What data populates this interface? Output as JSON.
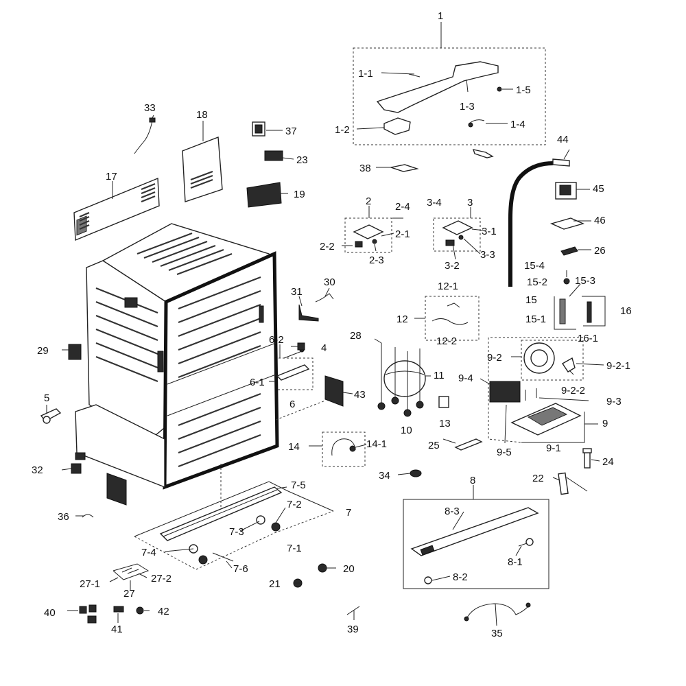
{
  "diagram": {
    "labels": [
      {
        "id": "lbl-1",
        "text": "1"
      },
      {
        "id": "lbl-1-1",
        "text": "1-1"
      },
      {
        "id": "lbl-1-2",
        "text": "1-2"
      },
      {
        "id": "lbl-1-3",
        "text": "1-3"
      },
      {
        "id": "lbl-1-4",
        "text": "1-4"
      },
      {
        "id": "lbl-1-5",
        "text": "1-5"
      },
      {
        "id": "lbl-2",
        "text": "2"
      },
      {
        "id": "lbl-2-1",
        "text": "2-1"
      },
      {
        "id": "lbl-2-2",
        "text": "2-2"
      },
      {
        "id": "lbl-2-3",
        "text": "2-3"
      },
      {
        "id": "lbl-2-4",
        "text": "2-4"
      },
      {
        "id": "lbl-3",
        "text": "3"
      },
      {
        "id": "lbl-3-1",
        "text": "3-1"
      },
      {
        "id": "lbl-3-2",
        "text": "3-2"
      },
      {
        "id": "lbl-3-3",
        "text": "3-3"
      },
      {
        "id": "lbl-3-4",
        "text": "3-4"
      },
      {
        "id": "lbl-4",
        "text": "4"
      },
      {
        "id": "lbl-5",
        "text": "5"
      },
      {
        "id": "lbl-6",
        "text": "6"
      },
      {
        "id": "lbl-6-1",
        "text": "6-1"
      },
      {
        "id": "lbl-6-2",
        "text": "6-2"
      },
      {
        "id": "lbl-7",
        "text": "7"
      },
      {
        "id": "lbl-7-1",
        "text": "7-1"
      },
      {
        "id": "lbl-7-2",
        "text": "7-2"
      },
      {
        "id": "lbl-7-3",
        "text": "7-3"
      },
      {
        "id": "lbl-7-4",
        "text": "7-4"
      },
      {
        "id": "lbl-7-5",
        "text": "7-5"
      },
      {
        "id": "lbl-7-6",
        "text": "7-6"
      },
      {
        "id": "lbl-8",
        "text": "8"
      },
      {
        "id": "lbl-8-1",
        "text": "8-1"
      },
      {
        "id": "lbl-8-2",
        "text": "8-2"
      },
      {
        "id": "lbl-8-3",
        "text": "8-3"
      },
      {
        "id": "lbl-9",
        "text": "9"
      },
      {
        "id": "lbl-9-1",
        "text": "9-1"
      },
      {
        "id": "lbl-9-2",
        "text": "9-2"
      },
      {
        "id": "lbl-9-2-1",
        "text": "9-2-1"
      },
      {
        "id": "lbl-9-2-2",
        "text": "9-2-2"
      },
      {
        "id": "lbl-9-3",
        "text": "9-3"
      },
      {
        "id": "lbl-9-4",
        "text": "9-4"
      },
      {
        "id": "lbl-9-5",
        "text": "9-5"
      },
      {
        "id": "lbl-10",
        "text": "10"
      },
      {
        "id": "lbl-11",
        "text": "11"
      },
      {
        "id": "lbl-12",
        "text": "12"
      },
      {
        "id": "lbl-12-1",
        "text": "12-1"
      },
      {
        "id": "lbl-12-2",
        "text": "12-2"
      },
      {
        "id": "lbl-13",
        "text": "13"
      },
      {
        "id": "lbl-14",
        "text": "14"
      },
      {
        "id": "lbl-14-1",
        "text": "14-1"
      },
      {
        "id": "lbl-15",
        "text": "15"
      },
      {
        "id": "lbl-15-1",
        "text": "15-1"
      },
      {
        "id": "lbl-15-2",
        "text": "15-2"
      },
      {
        "id": "lbl-15-3",
        "text": "15-3"
      },
      {
        "id": "lbl-15-4",
        "text": "15-4"
      },
      {
        "id": "lbl-16",
        "text": "16"
      },
      {
        "id": "lbl-16-1",
        "text": "16-1"
      },
      {
        "id": "lbl-17",
        "text": "17"
      },
      {
        "id": "lbl-18",
        "text": "18"
      },
      {
        "id": "lbl-19",
        "text": "19"
      },
      {
        "id": "lbl-20",
        "text": "20"
      },
      {
        "id": "lbl-21",
        "text": "21"
      },
      {
        "id": "lbl-22",
        "text": "22"
      },
      {
        "id": "lbl-23",
        "text": "23"
      },
      {
        "id": "lbl-24",
        "text": "24"
      },
      {
        "id": "lbl-25",
        "text": "25"
      },
      {
        "id": "lbl-26",
        "text": "26"
      },
      {
        "id": "lbl-27",
        "text": "27"
      },
      {
        "id": "lbl-27-1",
        "text": "27-1"
      },
      {
        "id": "lbl-27-2",
        "text": "27-2"
      },
      {
        "id": "lbl-28",
        "text": "28"
      },
      {
        "id": "lbl-29",
        "text": "29"
      },
      {
        "id": "lbl-30",
        "text": "30"
      },
      {
        "id": "lbl-31",
        "text": "31"
      },
      {
        "id": "lbl-32",
        "text": "32"
      },
      {
        "id": "lbl-33",
        "text": "33"
      },
      {
        "id": "lbl-34",
        "text": "34"
      },
      {
        "id": "lbl-35",
        "text": "35"
      },
      {
        "id": "lbl-36",
        "text": "36"
      },
      {
        "id": "lbl-37",
        "text": "37"
      },
      {
        "id": "lbl-38",
        "text": "38"
      },
      {
        "id": "lbl-39",
        "text": "39"
      },
      {
        "id": "lbl-40",
        "text": "40"
      },
      {
        "id": "lbl-41",
        "text": "41"
      },
      {
        "id": "lbl-42",
        "text": "42"
      },
      {
        "id": "lbl-43",
        "text": "43"
      },
      {
        "id": "lbl-44",
        "text": "44"
      },
      {
        "id": "lbl-45",
        "text": "45"
      },
      {
        "id": "lbl-46",
        "text": "46"
      }
    ]
  }
}
